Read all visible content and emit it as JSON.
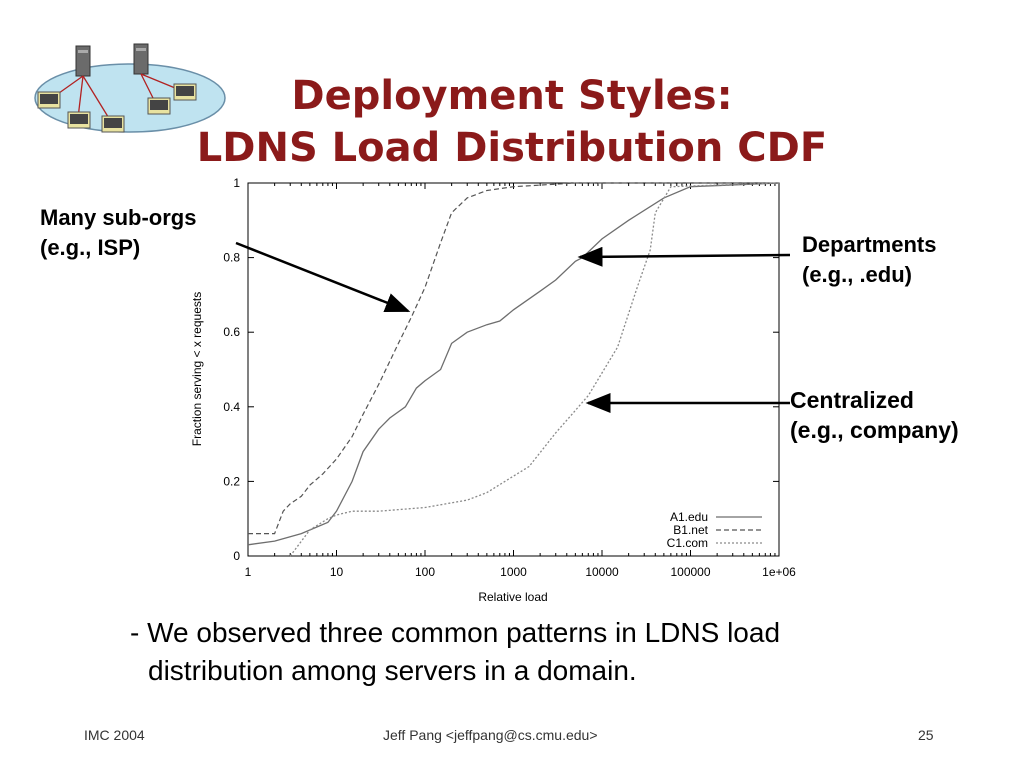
{
  "slide": {
    "title_line1": "Deployment Styles:",
    "title_line2": "LDNS Load Distribution CDF",
    "title_color": "#8b1a1a"
  },
  "annotations": {
    "many_suborgs_line1": "Many sub-orgs",
    "many_suborgs_line2": "(e.g., ISP)",
    "departments_line1": "Departments",
    "departments_line2": "(e.g., .edu)",
    "centralized_line1": "Centralized",
    "centralized_line2": "(e.g., company)"
  },
  "bullet": {
    "line1": "- We observed three common patterns in LDNS load",
    "line2": "distribution among servers in a domain."
  },
  "footer": {
    "left": "IMC 2004",
    "center": "Jeff Pang <jeffpang@cs.cmu.edu>",
    "page": "25"
  },
  "network_image": {
    "icon": "network-diagram-icon"
  },
  "chart_data": {
    "type": "line",
    "xlabel": "Relative load",
    "ylabel": "Fraction serving < x requests",
    "xscale": "log",
    "xlim": [
      1,
      1000000
    ],
    "ylim": [
      0,
      1
    ],
    "xticks": [
      "1",
      "10",
      "100",
      "1000",
      "10000",
      "100000",
      "1e+06"
    ],
    "yticks": [
      "0",
      "0.2",
      "0.4",
      "0.6",
      "0.8",
      "1"
    ],
    "legend_position": "bottom-right",
    "grid": false,
    "series": [
      {
        "name": "A1.edu",
        "style": "solid",
        "x": [
          1,
          2,
          4,
          8,
          10,
          15,
          20,
          30,
          40,
          60,
          80,
          100,
          150,
          200,
          300,
          500,
          700,
          1000,
          2000,
          3000,
          5000,
          6000,
          10000,
          20000,
          50000,
          100000,
          1000000
        ],
        "y": [
          0.03,
          0.04,
          0.06,
          0.09,
          0.12,
          0.2,
          0.28,
          0.34,
          0.37,
          0.4,
          0.45,
          0.47,
          0.5,
          0.57,
          0.6,
          0.62,
          0.63,
          0.66,
          0.71,
          0.74,
          0.79,
          0.8,
          0.85,
          0.9,
          0.96,
          0.99,
          1.0
        ]
      },
      {
        "name": "B1.net",
        "style": "dashed",
        "x": [
          1,
          2,
          2.5,
          3,
          4,
          5,
          7,
          10,
          15,
          20,
          30,
          50,
          70,
          100,
          150,
          200,
          300,
          500,
          1000,
          5000,
          100000,
          1000000
        ],
        "y": [
          0.06,
          0.06,
          0.12,
          0.14,
          0.16,
          0.19,
          0.22,
          0.26,
          0.32,
          0.38,
          0.46,
          0.57,
          0.64,
          0.72,
          0.84,
          0.92,
          0.96,
          0.98,
          0.99,
          1.0,
          1.0,
          1.0
        ]
      },
      {
        "name": "C1.com",
        "style": "dotted",
        "x": [
          3,
          5,
          8,
          10,
          15,
          30,
          100,
          300,
          500,
          800,
          1500,
          3000,
          7000,
          15000,
          25000,
          35000,
          40000,
          60000,
          1000000
        ],
        "y": [
          0.0,
          0.07,
          0.1,
          0.11,
          0.12,
          0.12,
          0.13,
          0.15,
          0.17,
          0.2,
          0.24,
          0.33,
          0.43,
          0.56,
          0.72,
          0.82,
          0.92,
          0.99,
          1.0
        ]
      }
    ]
  }
}
